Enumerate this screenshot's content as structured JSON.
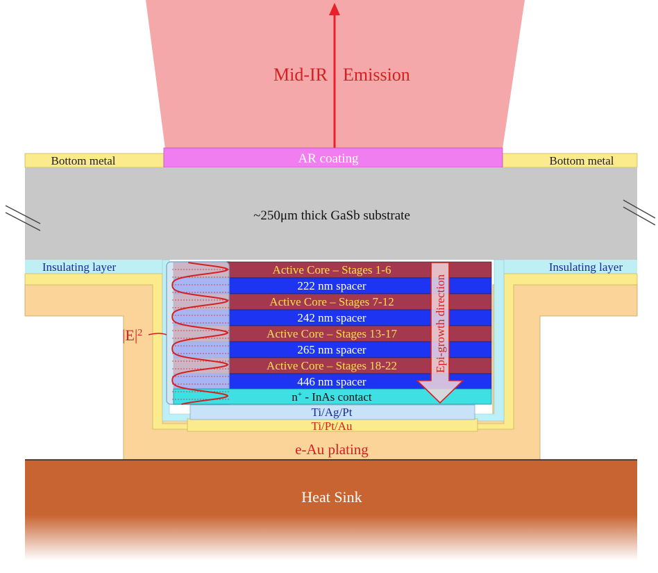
{
  "emission": {
    "label_left": "Mid-IR",
    "label_right": "Emission",
    "color": "#f4a8aa",
    "arrow_color": "#e8202a"
  },
  "top": {
    "ar_coating": "AR coating",
    "bottom_metal_left": "Bottom metal",
    "bottom_metal_right": "Bottom metal",
    "substrate": "~250μm thick GaSb substrate"
  },
  "insulating": {
    "left": "Insulating layer",
    "right": "Insulating layer"
  },
  "stack": {
    "layers": [
      {
        "label": "Active Core – Stages 1-6",
        "kind": "core"
      },
      {
        "label": "222 nm spacer",
        "kind": "spacer"
      },
      {
        "label": "Active Core – Stages 7-12",
        "kind": "core"
      },
      {
        "label": "242 nm spacer",
        "kind": "spacer"
      },
      {
        "label": "Active Core – Stages 13-17",
        "kind": "core"
      },
      {
        "label": "265 nm spacer",
        "kind": "spacer"
      },
      {
        "label": "Active Core – Stages 18-22",
        "kind": "core"
      },
      {
        "label": "446 nm spacer",
        "kind": "spacer"
      }
    ],
    "contact_main": "n",
    "contact_sup": "+",
    "contact_rest": " - InAs contact",
    "epi_direction": "Epi-growth direction",
    "field_label_main": "|E|",
    "field_label_sup": "2"
  },
  "bottom": {
    "ti_ag_pt": "Ti/Ag/Pt",
    "ti_pt_au": "Ti/Pt/Au",
    "plating": "e-Au plating",
    "heat_sink": "Heat Sink"
  },
  "colors": {
    "core": "#a3384e",
    "spacer": "#1d35f2",
    "contact": "#3ee0e4",
    "substrate": "#c8c8c8",
    "metal": "#fbeb8c",
    "ar": "#f07ef0",
    "insulating": "#bdeff5",
    "plating": "#fbd49a",
    "heat_sink": "#c86432",
    "ti_ag_pt": "#c8e2f8"
  }
}
